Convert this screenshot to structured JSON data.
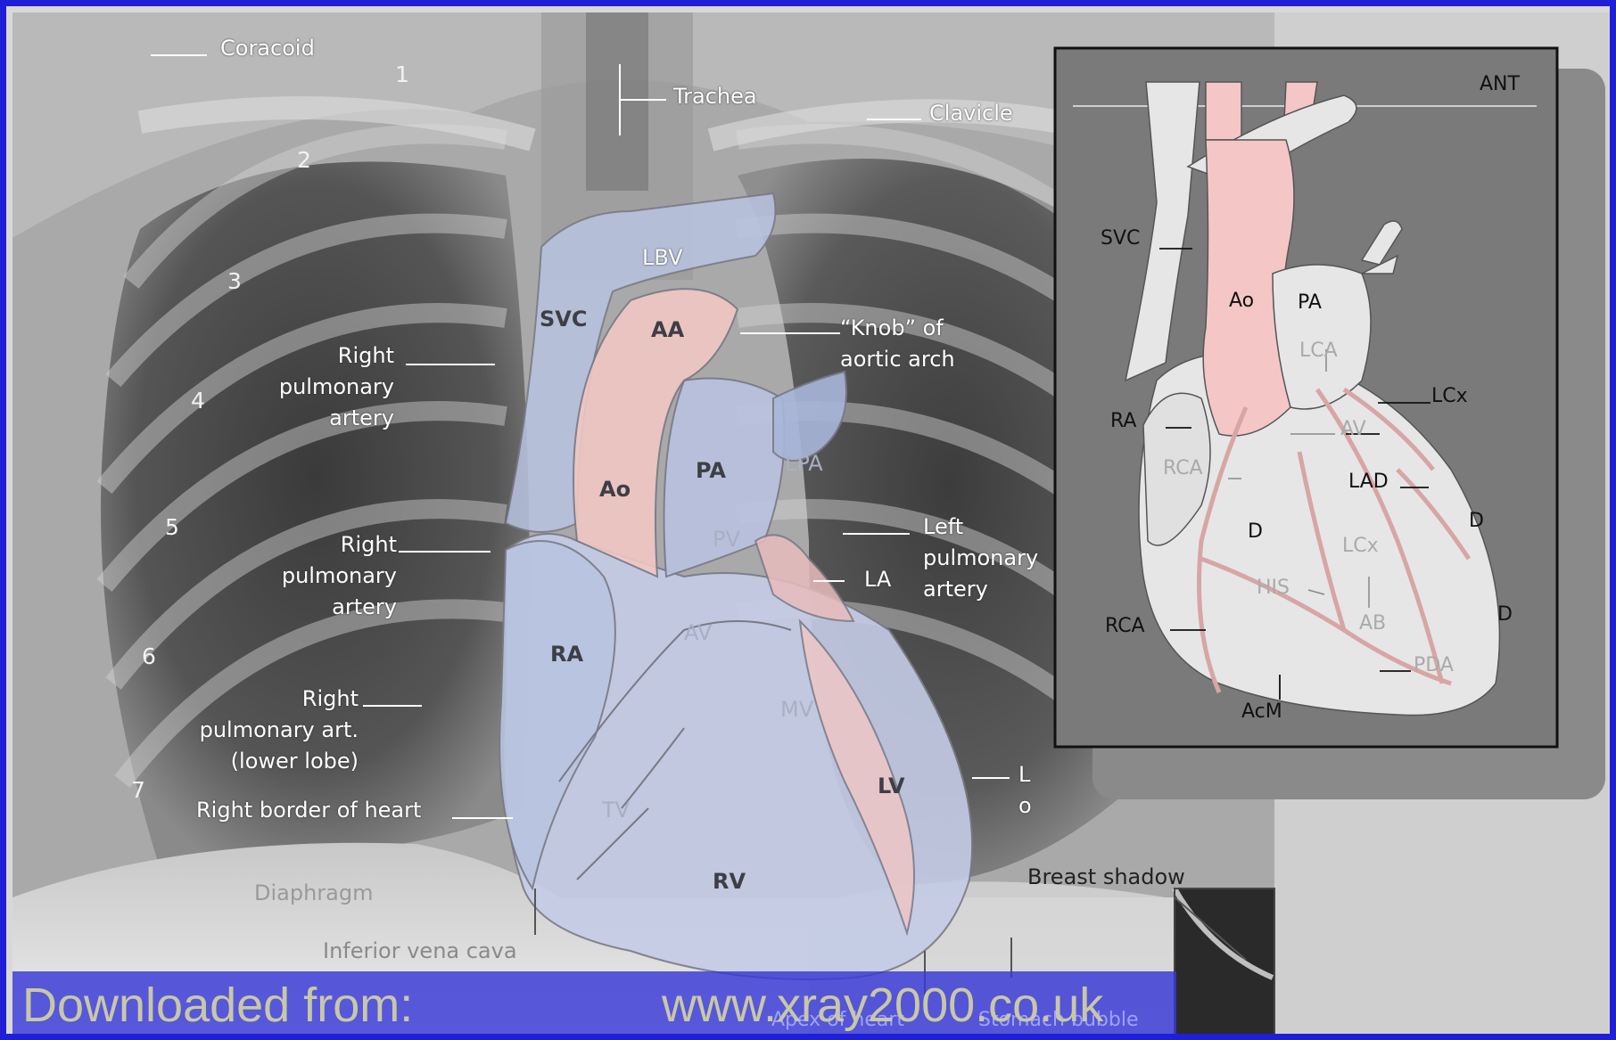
{
  "xray_labels": {
    "coracoid": "Coracoid",
    "trachea": "Trachea",
    "clavicle": "Clavicle",
    "lbv": "LBV",
    "svc": "SVC",
    "aa": "AA",
    "knob": "“Knob” of\naortic arch",
    "right_pa_1": "Right\npulmonary\nartery",
    "right_pa_2": "Right\npulmonary\nartery",
    "right_pa_lower": "Right\npulmonary art.\n(lower lobe)",
    "right_border": "Right border of heart",
    "ao": "Ao",
    "pa": "PA",
    "lpa": "LPA",
    "pv": "PV",
    "left_pa": "Left\npulmonary\nartery",
    "la": "LA",
    "av": "AV",
    "ra": "RA",
    "mv": "MV",
    "lv": "LV",
    "lo": "L\no",
    "tv": "TV",
    "rv": "RV",
    "diaphragm": "Diaphragm",
    "ivc": "Inferior vena cava",
    "breast_shadow": "Breast shadow",
    "apex": "Apex of heart",
    "stomach_bubble": "Stomach bubble"
  },
  "rib_numbers": [
    "1",
    "2",
    "3",
    "4",
    "5",
    "6",
    "7"
  ],
  "inset": {
    "ant": "ANT",
    "svc": "SVC",
    "ao": "Ao",
    "pa": "PA",
    "lca": "LCA",
    "lcx_top": "LCx",
    "ra": "RA",
    "av": "AV",
    "rca_mid": "RCA",
    "lad": "LAD",
    "d1": "D",
    "d2": "D",
    "d3": "D",
    "lcx_mid": "LCx",
    "his": "HIS",
    "ab": "AB",
    "rca_bottom": "RCA",
    "pda": "PDA",
    "acm": "AcM"
  },
  "banner": {
    "left": "Downloaded from:",
    "right": "www.xray2000.co.uk"
  },
  "colors": {
    "border": "#1f1fd8",
    "banner": "#3737d7",
    "heart_overlay": "#b8c4e0",
    "aorta_pink": "#f1c7c3"
  }
}
